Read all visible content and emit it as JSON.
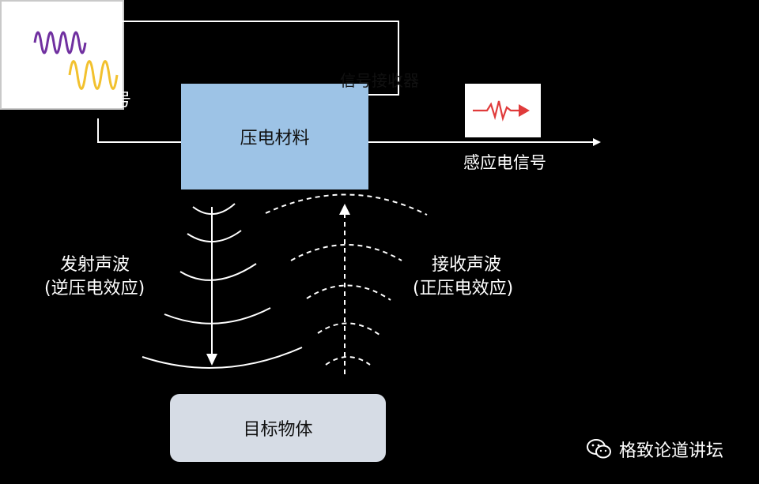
{
  "labels": {
    "input_signal": "输入电信号",
    "piezo_material": "压电材料",
    "induced_signal": "感应电信号",
    "receiver": "信号接收器",
    "emit_line1": "发射声波",
    "emit_line2": "(逆压电效应)",
    "receive_line1": "接收声波",
    "receive_line2": "(正压电效应)",
    "target": "目标物体"
  },
  "watermark": {
    "text": "格致论道讲坛",
    "icon": "wechat-icon"
  },
  "colors": {
    "background": "#000000",
    "piezo_fill": "#9dc3e6",
    "target_fill": "#d6dce5",
    "input_wave": "#f2c12e",
    "receiver_wave": "#7030a0",
    "induced_wave": "#e03b3b",
    "line": "#ffffff"
  }
}
